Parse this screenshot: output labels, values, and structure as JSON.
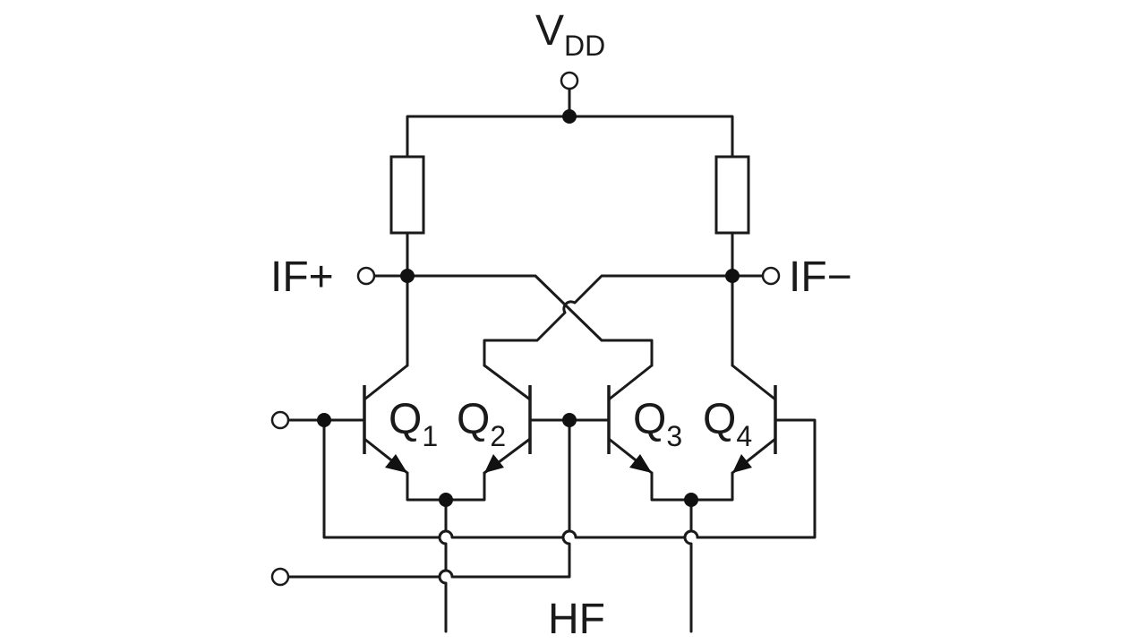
{
  "supply": {
    "main": "V",
    "sub": "DD"
  },
  "outputs": {
    "positive": "IF+",
    "negative": "IF−"
  },
  "transistors": [
    {
      "main": "Q",
      "sub": "1"
    },
    {
      "main": "Q",
      "sub": "2"
    },
    {
      "main": "Q",
      "sub": "3"
    },
    {
      "main": "Q",
      "sub": "4"
    }
  ],
  "input": {
    "label": "HF"
  },
  "colors": {
    "ink": "#1a1a1a",
    "background": "#ffffff"
  }
}
